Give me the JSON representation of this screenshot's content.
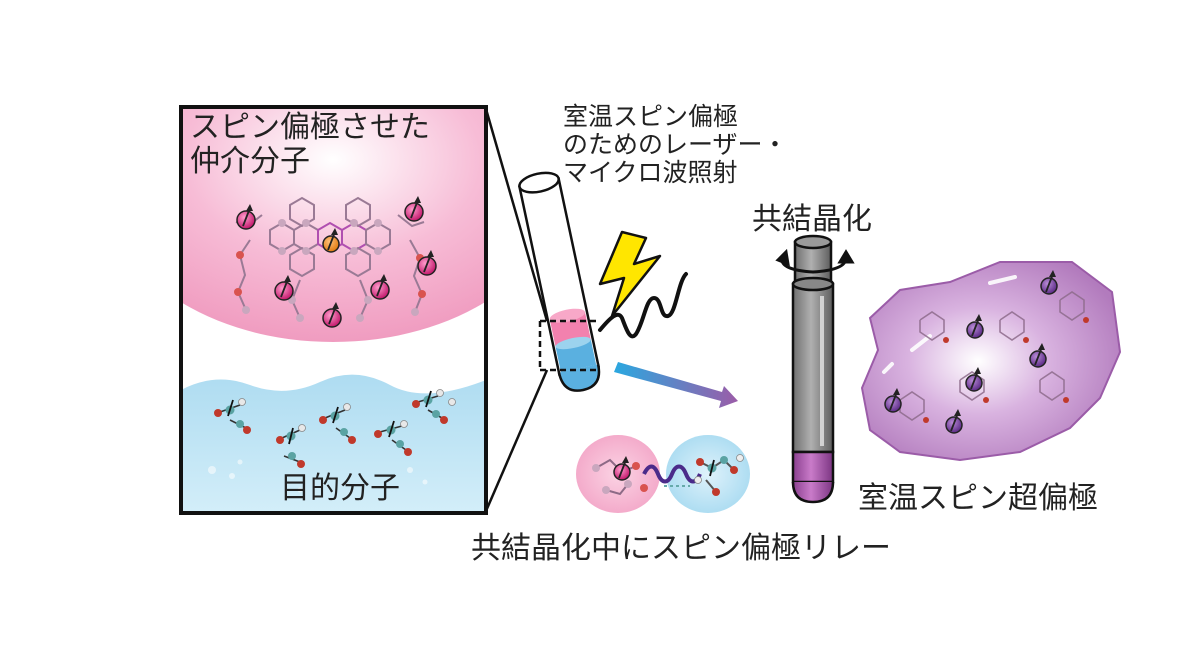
{
  "panel_zoom": {
    "title_lines": [
      "スピン偏極させた",
      "仲介分子"
    ],
    "bottom_label": "目的分子"
  },
  "laser_label_lines": [
    "室温スピン偏極",
    "のためのレーザー・",
    "マイクロ波照射"
  ],
  "cocrystal_label": "共結晶化",
  "result_label": "室温スピン超偏極",
  "relay_label": "共結晶化中にスピン偏極リレー",
  "colors": {
    "pink": "#f4a6c6",
    "light_blue": "#bfe3f3",
    "purple": "#9b5ca8",
    "lightning": "#ffe000",
    "tube_gray": "#8a8a8a"
  }
}
